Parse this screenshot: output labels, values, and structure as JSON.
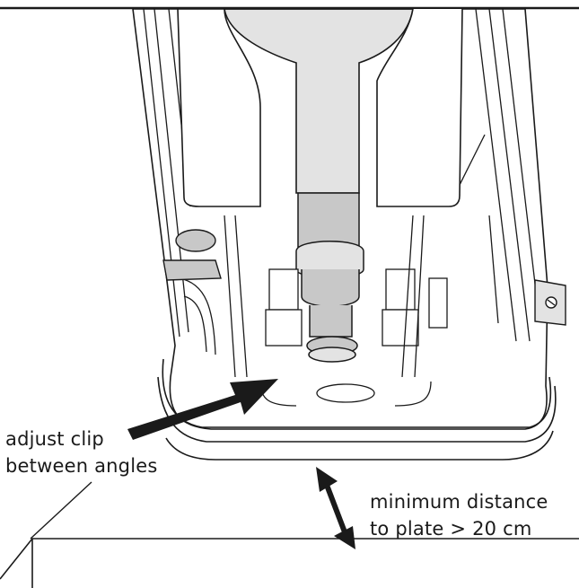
{
  "annotations": {
    "clip_label": {
      "line1": "adjust clip",
      "line2": "between angles"
    },
    "distance_label": {
      "line1": "minimum distance",
      "line2": "to plate > 20 cm"
    }
  },
  "colors": {
    "line": "#1a1a1a",
    "shade": "#e3e3e3",
    "shade_dark": "#c8c8c8",
    "arrow": "#1a1a1a",
    "background": "#ffffff"
  }
}
